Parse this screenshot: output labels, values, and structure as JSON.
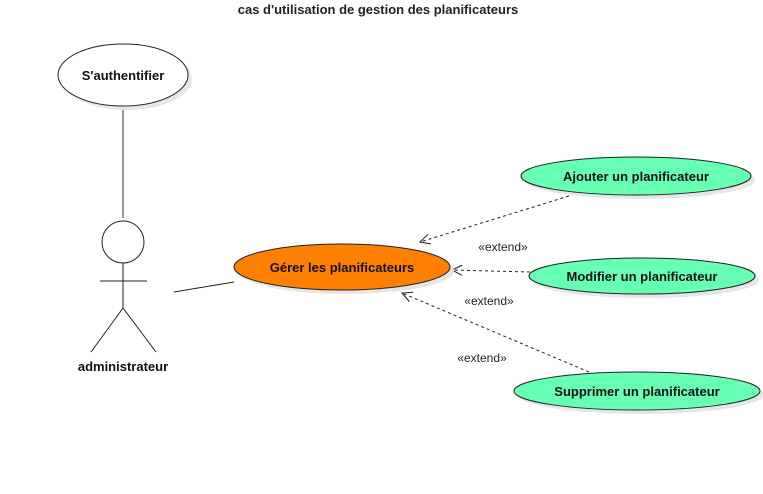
{
  "title": "cas  d'utilisation  de gestion des planificateurs",
  "actor": {
    "label": "administrateur"
  },
  "use_cases": {
    "authenticate": {
      "label": "S'authentifier",
      "fill": "#ffffff"
    },
    "manage": {
      "label": "Gérer les planificateurs",
      "fill": "#ff8000"
    },
    "add": {
      "label": "Ajouter un planificateur",
      "fill": "#66ffb3"
    },
    "modify": {
      "label": "Modifier un planificateur",
      "fill": "#66ffb3"
    },
    "delete": {
      "label": "Supprimer un planificateur",
      "fill": "#66ffb3"
    }
  },
  "relations": {
    "add_stereotype": "«extend»",
    "modify_stereotype": "«extend»",
    "delete_stereotype": "«extend»"
  }
}
